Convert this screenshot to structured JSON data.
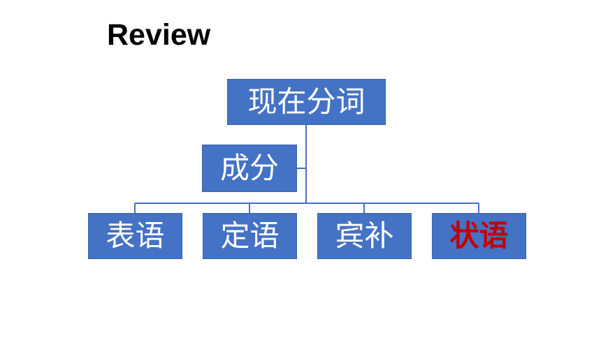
{
  "title": "Review",
  "diagram": {
    "root": "现在分词",
    "assistant": "成分",
    "children": [
      "表语",
      "定语",
      "宾补",
      "状语"
    ],
    "highlighted_child": "状语",
    "colors": {
      "node_fill": "#4472c4",
      "node_text": "#ffffff",
      "highlight_text": "#c00000",
      "connector": "#4472c4"
    }
  }
}
